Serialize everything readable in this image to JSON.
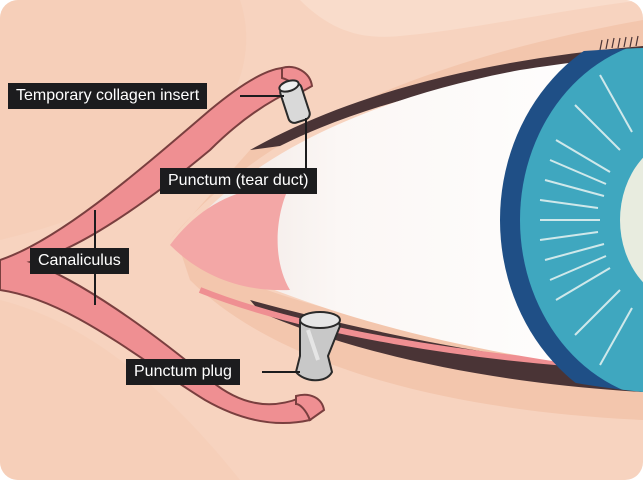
{
  "diagram": {
    "labels": {
      "collagen_insert": "Temporary collagen insert",
      "punctum": "Punctum (tear duct)",
      "canaliculus": "Canaliculus",
      "punctum_plug": "Punctum plug"
    },
    "colors": {
      "skin": "#f7d3bf",
      "skin_shadow": "#f1c3ab",
      "canal": "#ef8f92",
      "canal_outline": "#6b3a3a",
      "sclera": "#fbf7f5",
      "iris_outer": "#1f4f86",
      "iris": "#3fa7bf",
      "pupil": "#e8ecdf",
      "lid_line": "#4a3436",
      "label_bg": "#1c1c1e",
      "label_text": "#ffffff",
      "plug": "#bdbdbd"
    }
  }
}
